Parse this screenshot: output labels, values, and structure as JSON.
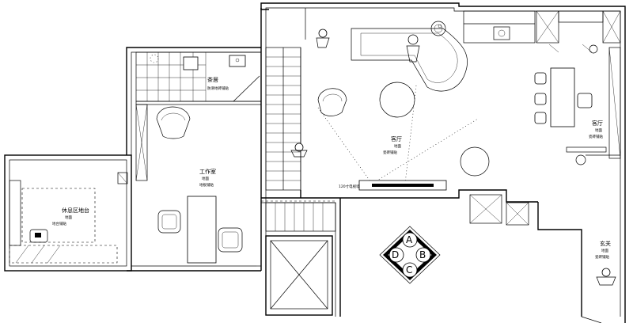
{
  "rooms": {
    "kitchen": {
      "title": "客厅",
      "note1": "地面",
      "note2": "瓷砖铺贴"
    },
    "dining": {
      "title": "茶居",
      "note1": "地面",
      "note2": "防滑地砖铺贴"
    },
    "study": {
      "title": "工作室",
      "note1": "地面",
      "note2": "地板铺贴"
    },
    "bedroom": {
      "title": "休息区地台",
      "note1": "地面",
      "note2": "地台铺贴"
    },
    "living": {
      "title": "客厅",
      "note1": "地面",
      "note2": "瓷砖铺贴"
    },
    "foyer": {
      "title": "玄关",
      "note1": "地面",
      "note2": "瓷砖铺贴"
    }
  },
  "tv_label": "120寸电视墙",
  "compass": {
    "a": "A",
    "b": "B",
    "c": "C",
    "d": "D"
  }
}
